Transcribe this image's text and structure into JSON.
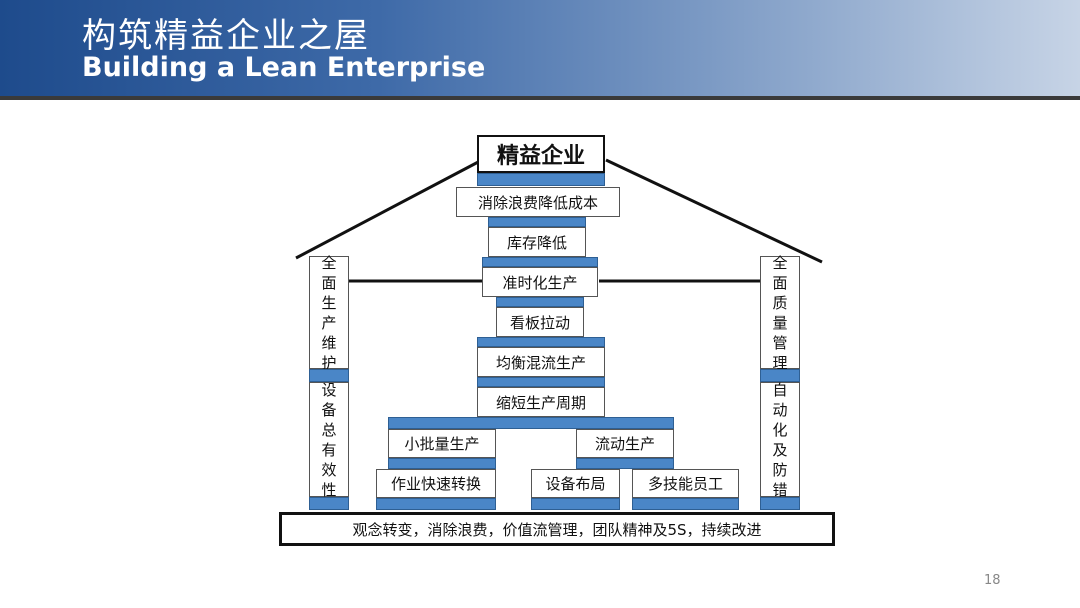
{
  "title_cn": "构筑精益企业之屋",
  "title_en": "Building a Lean Enterprise",
  "roof": "精益企业",
  "tower": [
    "消除浪费降低成本",
    "库存降低",
    "准时化生产",
    "看板拉动",
    "均衡混流生产",
    "缩短生产周期"
  ],
  "branches": {
    "left_top": "小批量生产",
    "left_bottom": "作业快速转换",
    "right_top": "流动生产",
    "right_bottom_1": "设备布局",
    "right_bottom_2": "多技能员工"
  },
  "left_pillar": {
    "top": [
      "全",
      "面",
      "生",
      "产",
      "维",
      "护"
    ],
    "bottom": [
      "设",
      "备",
      "总",
      "有",
      "效",
      "性"
    ]
  },
  "right_pillar": {
    "top": [
      "全",
      "面",
      "质",
      "量",
      "管",
      "理"
    ],
    "bottom": [
      "自",
      "动",
      "化",
      "及",
      "防",
      "错"
    ]
  },
  "foundation": "观念转变，消除浪费，价值流管理，团队精神及5S，持续改进",
  "page_number": "18",
  "colors": {
    "header_start": "#1e4b8c",
    "header_end": "#c7d4e6",
    "bar": "#4a86c7"
  }
}
